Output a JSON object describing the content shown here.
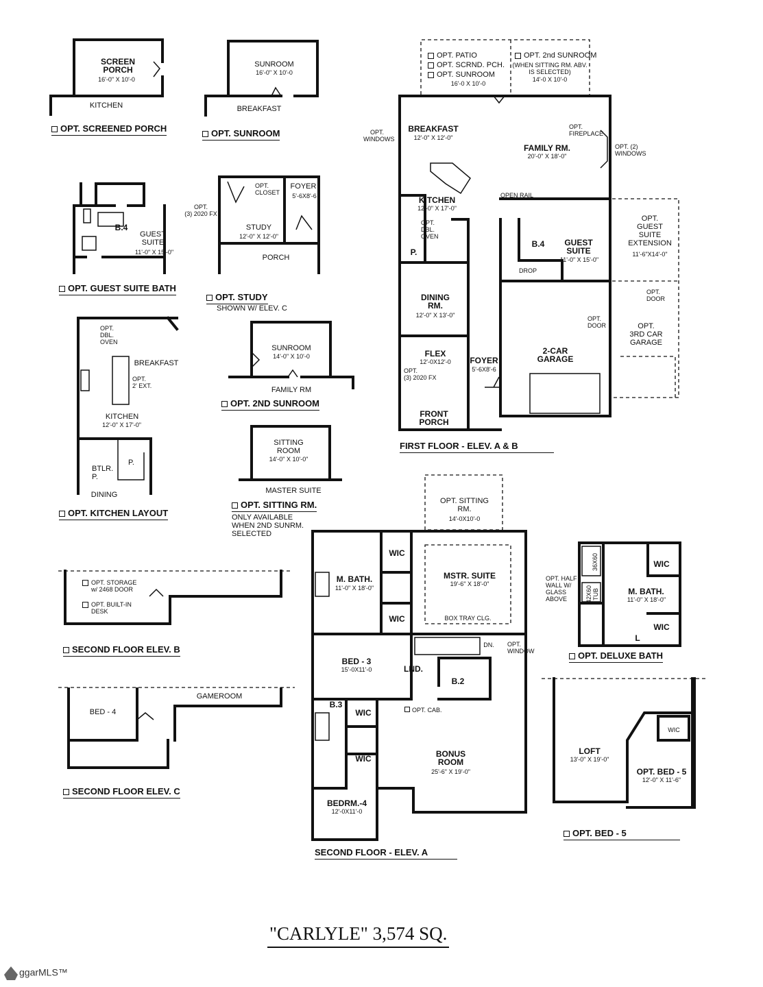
{
  "plan_title": "\"CARLYLE\" 3,574 SQ.",
  "watermark": "ggarMLS™",
  "captions": {
    "screened_porch": "OPT. SCREENED PORCH",
    "sunroom": "OPT. SUNROOM",
    "guest_suite_bath": "OPT. GUEST SUITE BATH",
    "study": "OPT. STUDY",
    "study_note": "SHOWN W/ ELEV. C",
    "second_sunroom": "OPT. 2ND SUNROOM",
    "kitchen_layout": "OPT. KITCHEN LAYOUT",
    "sitting_rm": "OPT. SITTING RM.",
    "sitting_rm_note": "ONLY AVAILABLE\nWHEN 2ND SUNRM.\nSELECTED",
    "first_floor": "FIRST FLOOR - ELEV. A & B",
    "second_floor_b": "SECOND FLOOR ELEV. B",
    "second_floor_c": "SECOND FLOOR ELEV. C",
    "second_floor_a": "SECOND FLOOR - ELEV. A",
    "deluxe_bath": "OPT. DELUXE BATH",
    "bed5": "OPT. BED - 5"
  },
  "screen_porch": {
    "name": "SCREEN\nPORCH",
    "dim": "16'-0\" x 10'-0",
    "kitchen": "KITCHEN"
  },
  "sunroom": {
    "name": "SUNROOM",
    "dim": "16'-0\" x 10'-0",
    "breakfast": "BREAKFAST"
  },
  "guest_bath": {
    "b4": "B.4",
    "name": "GUEST\nSUITE",
    "dim": "11'-0\" x 15'-0\""
  },
  "study": {
    "closet": "OPT.\nCLOSET",
    "foyer": "FOYER",
    "foyer_dim": "5'-6x8'-6",
    "fx": "OPT.\n(3) 2020 FX",
    "name": "STUDY",
    "dim": "12'-0\" x 12'-0\"",
    "porch": "PORCH"
  },
  "second_sunroom": {
    "name": "SUNROOM",
    "dim": "14'-0\" x 10'-0",
    "family": "FAMILY RM"
  },
  "kitchen_layout": {
    "oven": "OPT.\nDBL.\nOVEN",
    "breakfast": "BREAKFAST",
    "ext": "OPT.\n2' EXT.",
    "kitchen": "KITCHEN",
    "dim": "12'-0\" x 17'-0\"",
    "btlr": "BTLR.\nP.",
    "p": "P.",
    "dining": "DINING"
  },
  "sitting_room": {
    "name": "SITTING\nROOM",
    "dim": "14'-0\" x 10'-0\"",
    "master": "MASTER SUITE"
  },
  "first_floor": {
    "opt_patio": "OPT. PATIO",
    "opt_scrnd": "OPT. SCRND. PCH.",
    "opt_sunroom": "OPT. SUNROOM",
    "patio_dim": "16'-0 x 10'-0",
    "opt_2nd_sunroom": "OPT. 2nd SUNROOM",
    "sunroom_note": "(WHEN SITTING RM. ABV.\nIS SELECTED)",
    "sunroom2_dim": "14'-0 x 10'-0",
    "opt_windows": "OPT.\nWINDOWS",
    "breakfast": "BREAKFAST",
    "breakfast_dim": "12'-0\" x 12'-0\"",
    "opt_fireplace": "OPT.\nFIREPLACE",
    "family": "FAMILY RM.",
    "family_dim": "20'-0\" x 18'-0\"",
    "opt_2_windows": "OPT. (2)\nWINDOWS",
    "kitchen": "KITCHEN",
    "kitchen_dim": "12'-0\" x 17'-0\"",
    "dbl_oven": "OPT.\nDBL.\nOVEN",
    "p": "P.",
    "open_rail": "OPEN RAIL",
    "b4": "B.4",
    "guest": "GUEST\nSUITE",
    "guest_dim": "11'-0\" x 15'-0\"",
    "drop": "DROP",
    "opt_guest_ext": "OPT.\nGUEST\nSUITE\nEXTENSION",
    "guest_ext_dim": "11'-6\"X14'-0\"",
    "opt_door": "OPT.\nDOOR",
    "opt_door2": "OPT.\nDOOR",
    "dining": "DINING\nRM.",
    "dining_dim": "12'-0\" x 13'-0\"",
    "garage": "2-CAR\nGARAGE",
    "opt_3rd": "OPT.\n3rd CAR\nGARAGE",
    "flex": "FLEX",
    "flex_dim": "12'-0x12'-0",
    "flex_fx": "OPT.\n(3) 2020 FX",
    "foyer": "FOYER",
    "foyer_dim": "5'-6x8'-6",
    "front_porch": "FRONT\nPORCH"
  },
  "elev_b": {
    "storage": "OPT. STORAGE\nw/ 2468 DOOR",
    "desk": "OPT. BUILT-IN\nDESK"
  },
  "elev_c": {
    "bed4": "BED - 4",
    "gameroom": "GAMEROOM"
  },
  "second_floor": {
    "opt_sitting": "OPT. SITTING\nRM.",
    "sitting_dim": "14'-0x10'-0",
    "wic1": "WIC",
    "mbath": "M. BATH.",
    "mbath_dim": "11'-0\" x 18'-0\"",
    "mstr": "MSTR. SUITE",
    "mstr_dim": "19'-6\" x 18'-0\"",
    "wic2": "WIC",
    "tray": "BOX TRAY CLG.",
    "dn": "DN.",
    "opt_window": "OPT.\nWINDOW",
    "bed3": "BED - 3",
    "bed3_dim": "15'-0x11'-0",
    "lnd": "LND.",
    "b2": "B.2",
    "b3": "B.3",
    "wic3": "WIC",
    "opt_cab": "OPT. CAB.",
    "wic4": "WIC",
    "bonus": "BONUS\nROOM",
    "bonus_dim": "25'-6\" x 19'-0\"",
    "bed4": "BEDRM.-4",
    "bed4_dim": "12'-0x11'-0"
  },
  "deluxe": {
    "wic1": "WIC",
    "half_wall": "OPT. HALF\nWALL w/\nGLASS\nABOVE",
    "shower": "36x60",
    "tub": "42x60\nTUB",
    "mbath": "M. BATH.",
    "dim": "11'-0\" x 18'-0\"",
    "wic2": "WIC",
    "l": "L"
  },
  "bed5": {
    "loft": "LOFT",
    "loft_dim": "13'-0\" x 19'-0\"",
    "wic": "WIC",
    "bed": "OPT. BED - 5",
    "bed_dim": "12'-0\" x 11'-6\""
  }
}
